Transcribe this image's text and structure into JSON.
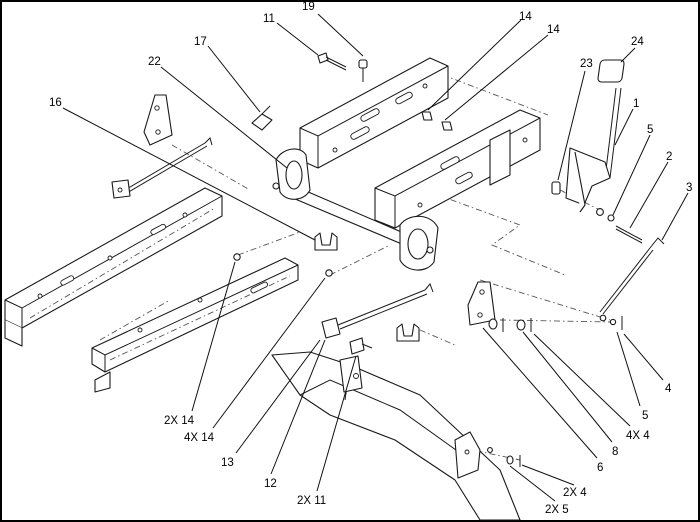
{
  "diagram": {
    "callouts": [
      {
        "id": "c19",
        "label": "19"
      },
      {
        "id": "c11a",
        "label": "11"
      },
      {
        "id": "c14a",
        "label": "14"
      },
      {
        "id": "c14b",
        "label": "14"
      },
      {
        "id": "c17",
        "label": "17"
      },
      {
        "id": "c24",
        "label": "24"
      },
      {
        "id": "c22",
        "label": "22"
      },
      {
        "id": "c23",
        "label": "23"
      },
      {
        "id": "c1",
        "label": "1"
      },
      {
        "id": "c16",
        "label": "16"
      },
      {
        "id": "c5a",
        "label": "5"
      },
      {
        "id": "c2",
        "label": "2"
      },
      {
        "id": "c3",
        "label": "3"
      },
      {
        "id": "c4a",
        "label": "4"
      },
      {
        "id": "c5b",
        "label": "5"
      },
      {
        "id": "c4x4",
        "label": "4X 4"
      },
      {
        "id": "c2x14",
        "label": "2X 14"
      },
      {
        "id": "c4x14",
        "label": "4X 14"
      },
      {
        "id": "c8",
        "label": "8"
      },
      {
        "id": "c13",
        "label": "13"
      },
      {
        "id": "c6",
        "label": "6"
      },
      {
        "id": "c12",
        "label": "12"
      },
      {
        "id": "c2x4",
        "label": "2X 4"
      },
      {
        "id": "c2x11",
        "label": "2X 11"
      },
      {
        "id": "c2x5",
        "label": "2X 5"
      }
    ]
  }
}
